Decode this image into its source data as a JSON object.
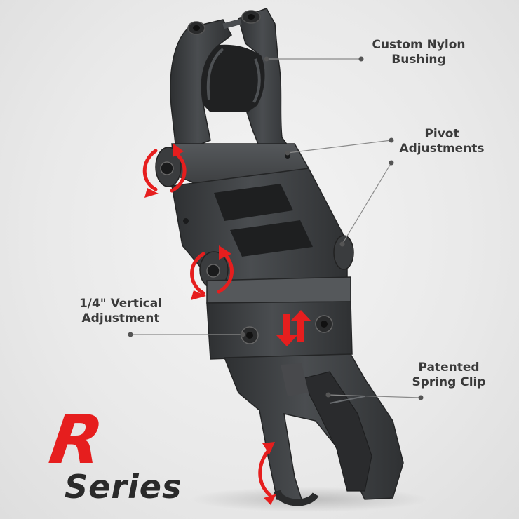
{
  "callouts": {
    "bushing": {
      "line1": "Custom Nylon",
      "line2": "Bushing"
    },
    "pivot": {
      "line1": "Pivot",
      "line2": "Adjustments"
    },
    "vertical": {
      "line1": "1/4\" Vertical",
      "line2": "Adjustment"
    },
    "clip": {
      "line1": "Patented",
      "line2": "Spring Clip"
    }
  },
  "logo": {
    "letter": "R",
    "word": "Series"
  },
  "colors": {
    "background": "#e9e9e9",
    "product": "#3b3d3f",
    "product_shade": "#2b2c2e",
    "product_light": "#55585b",
    "accent_red": "#e61e1e",
    "text": "#3a3a3a",
    "leader": "#8a8a8a"
  },
  "icons": [
    "rotate-arrow-icon",
    "up-down-arrow-icon"
  ]
}
